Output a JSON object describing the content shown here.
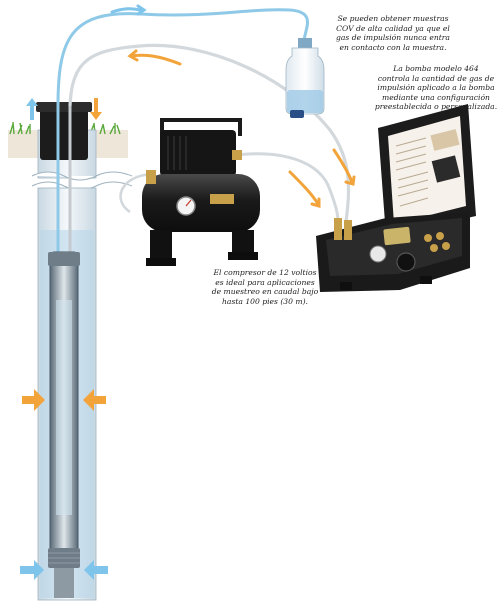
{
  "captions": {
    "bottle": "Se pueden obtener muestras\nCOV de alta calidad ya que el\ngas de impulsión nunca entra\nen contacto con la muestra.",
    "controller": "La bomba modelo 464\ncontrola la cantidad de gas de\nimpulsión aplicado a la bomba\nmediante una configuración\npreestablecida o personalizada.",
    "compressor": "El compresor de 12 voltios\nes ideal para aplicaciones\nde muestreo en caudal bajo\nhasta 100 pies (30 m)."
  },
  "colors": {
    "arrow_orange": "#f2a33a",
    "arrow_blue": "#7fc4ea",
    "tube_blue": "#8ec9e8",
    "tube_gray": "#d9dde0",
    "casing": "#e6eef3",
    "case_black": "#222222",
    "brass": "#c9a04a",
    "grass": "#59a83a"
  },
  "icons": {
    "flow_arrows": "arrow-icon",
    "pressure_gauge": "gauge-icon"
  }
}
